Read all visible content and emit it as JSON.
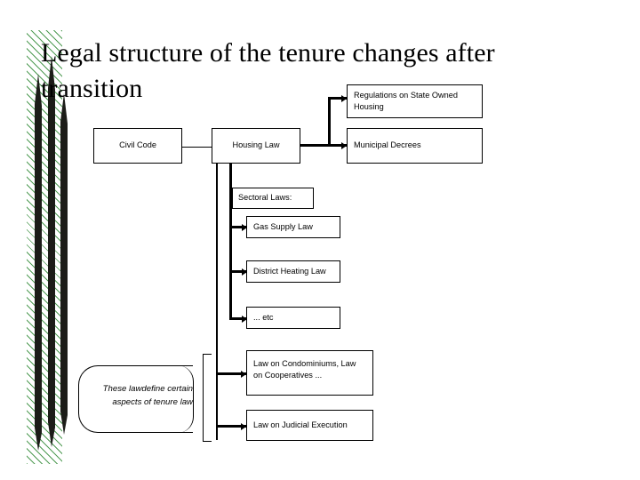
{
  "slide": {
    "title": "Legal structure of the tenure changes after transition",
    "background_color": "#ffffff",
    "accent_color": "#4f9b53",
    "line_color": "#000000"
  },
  "decoration": {
    "band_name": "green-hatch-band",
    "spear_count": 3
  },
  "diagram": {
    "boxes": [
      {
        "id": "civil-code",
        "label": "Civil Code"
      },
      {
        "id": "housing-law",
        "label": "Housing Law"
      },
      {
        "id": "regulations-state",
        "label": "Regulations on State Owned Housing"
      },
      {
        "id": "municipal-decrees",
        "label": "Municipal Decrees"
      },
      {
        "id": "sectoral-laws",
        "label": "Sectoral Laws:"
      },
      {
        "id": "gas-supply-law",
        "label": "Gas Supply Law"
      },
      {
        "id": "district-heating-law",
        "label": "District Heating Law"
      },
      {
        "id": "etc",
        "label": "... etc"
      },
      {
        "id": "condominiums",
        "label": "Law on Condominiums, Law on Cooperatives ..."
      },
      {
        "id": "judicial-execution",
        "label": "Law on Judicial Execution"
      }
    ],
    "annotation": "These lawdefine certain aspects of tenure law"
  }
}
